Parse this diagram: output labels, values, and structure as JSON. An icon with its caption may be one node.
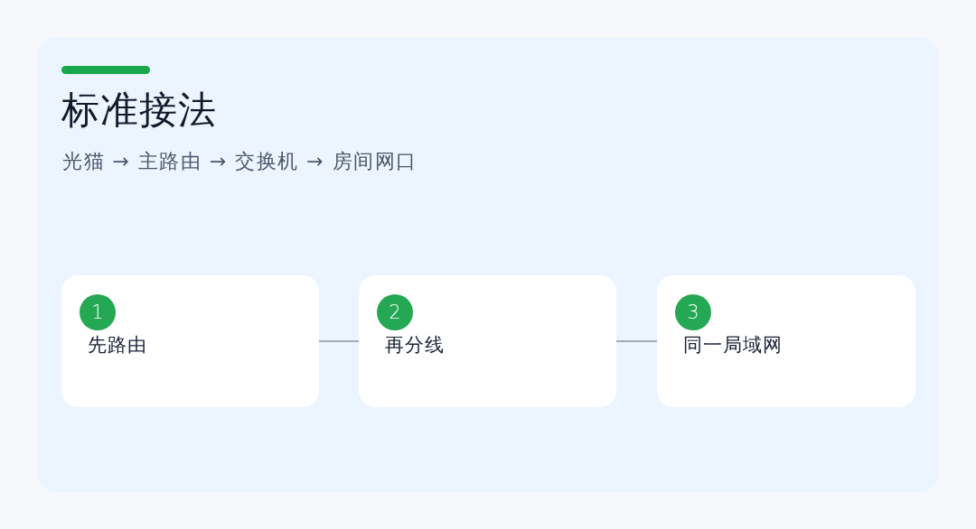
{
  "diagram": {
    "title": "标准接法",
    "nodes": [
      {
        "text": [
          "先路由"
        ]
      },
      {
        "text": [
          "1"
        ],
        "in": 0
      },
      {
        "text": [
          "再分线"
        ]
      },
      {
        "text": [
          "2"
        ],
        "in": 2
      },
      {
        "text": [
          "同一局域网"
        ]
      },
      {
        "text": [
          "3"
        ],
        "in": 4
      }
    ],
    "edges": [
      {
        "from": 0,
        "to": 2,
        "arrow": "none"
      },
      {
        "from": 2,
        "to": 4,
        "arrow": "none"
      }
    ],
    "labels": [
      "光猫 → 主路由 → 交换机 → 房间网口"
    ]
  }
}
